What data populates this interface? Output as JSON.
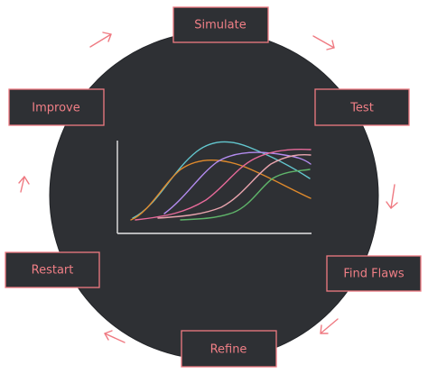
{
  "steps": [
    {
      "id": "simulate",
      "label": "Simulate"
    },
    {
      "id": "test",
      "label": "Test"
    },
    {
      "id": "find_flaws",
      "label": "Find Flaws"
    },
    {
      "id": "refine",
      "label": "Refine"
    },
    {
      "id": "restart",
      "label": "Restart"
    },
    {
      "id": "improve",
      "label": "Improve"
    }
  ],
  "colors": {
    "circle_fill": "#2e3034",
    "accent": "#ef7a82",
    "axis": "#e6e6e6",
    "curves": [
      "#63c7cf",
      "#e08a2c",
      "#b48cf0",
      "#e76a9a",
      "#e8a3ad",
      "#5fb46a"
    ]
  }
}
